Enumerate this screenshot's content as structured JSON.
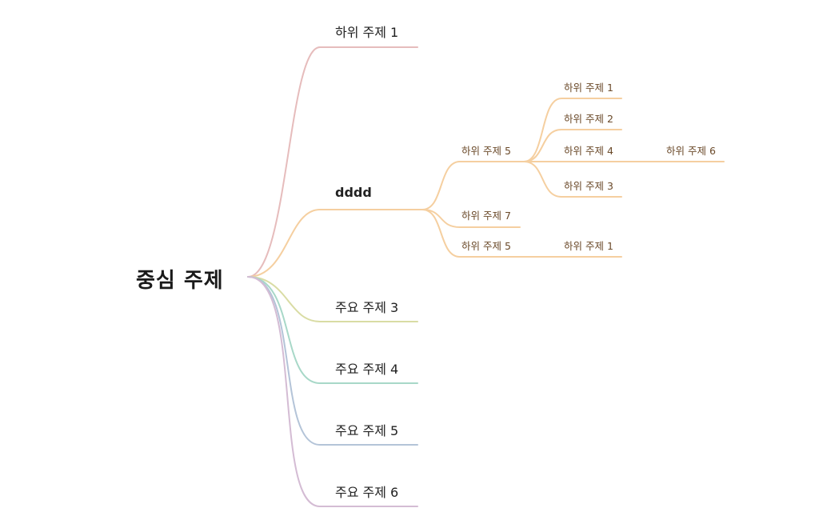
{
  "central": {
    "label": "중심 주제"
  },
  "branches": [
    {
      "label": "하위 주제 1",
      "color": "#e6bcbc"
    },
    {
      "label": "dddd",
      "color": "#f5cfa0",
      "children": [
        {
          "label": "하위 주제 5",
          "children": [
            {
              "label": "하위 주제 1"
            },
            {
              "label": "하위 주제 2"
            },
            {
              "label": "하위 주제 4",
              "children": [
                {
                  "label": "하위 주제 6"
                }
              ]
            },
            {
              "label": "하위 주제 3"
            }
          ]
        },
        {
          "label": "하위 주제 7"
        },
        {
          "label": "하위 주제 5",
          "children": [
            {
              "label": "하위 주제 1"
            }
          ]
        }
      ]
    },
    {
      "label": "주요 주제 3",
      "color": "#d9dca4"
    },
    {
      "label": "주요 주제 4",
      "color": "#a8d8c8"
    },
    {
      "label": "주요 주제 5",
      "color": "#b4c4d8"
    },
    {
      "label": "주요 주제 6",
      "color": "#d4bcd4"
    }
  ]
}
